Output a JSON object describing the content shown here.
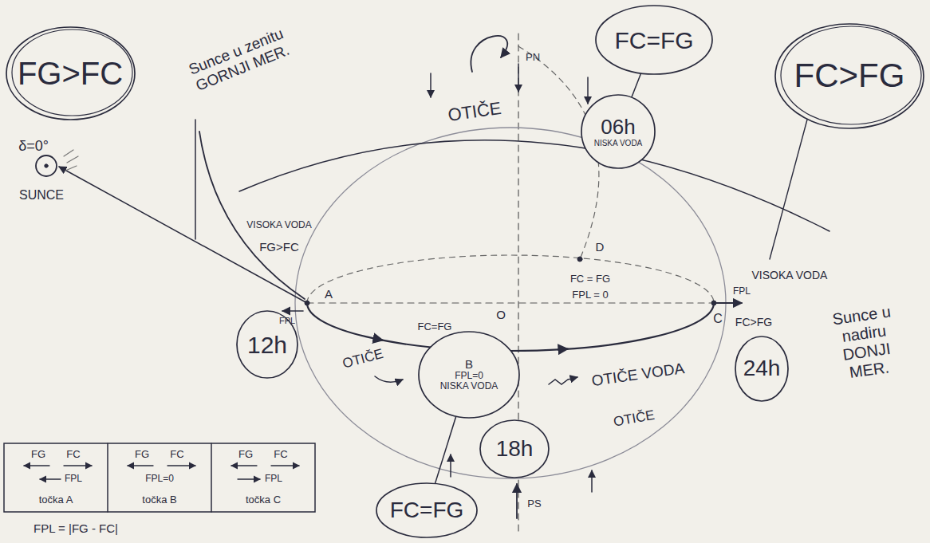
{
  "diagram": {
    "nodes": [
      {
        "text": [
          "FG>FC"
        ]
      },
      {
        "text": [
          "FC=FG"
        ]
      },
      {
        "text": [
          "06h",
          "NISKA VODA"
        ]
      },
      {
        "text": [
          "FC>FG"
        ]
      },
      {
        "text": [
          "12h"
        ]
      },
      {
        "text": [
          "B",
          "FPL=0",
          "NISKA VODA"
        ]
      },
      {
        "text": [
          "24h"
        ]
      },
      {
        "text": [
          "18h"
        ]
      },
      {
        "text": [
          "FC=FG"
        ]
      }
    ],
    "edges": [
      {
        "from": 1,
        "to": 2,
        "arrow": "none"
      },
      {
        "from": 8,
        "to": 5,
        "arrow": "none"
      }
    ],
    "labels": [
      "Sunce u zenitu GORNJI MER.",
      "δ=0°",
      "SUNCE",
      "VISOKA VODA",
      "FG>FC",
      "FPL",
      "A",
      "PN",
      "OTIČE",
      "D",
      "FC = FG",
      "FPL = 0",
      "O",
      "VISOKA VODA",
      "FPL",
      "C",
      "FC>FG",
      "Sunce u nadiru DONJI MER.",
      "FC=FG",
      "OTIČE",
      "OTIČE VODA",
      "OTIČE",
      "PS",
      "FG",
      "FC",
      "FPL",
      "točka A",
      "FG",
      "FC",
      "FPL=0",
      "točka B",
      "FG",
      "FC",
      "FPL",
      "točka C",
      "FPL = |FG - FC|"
    ]
  }
}
